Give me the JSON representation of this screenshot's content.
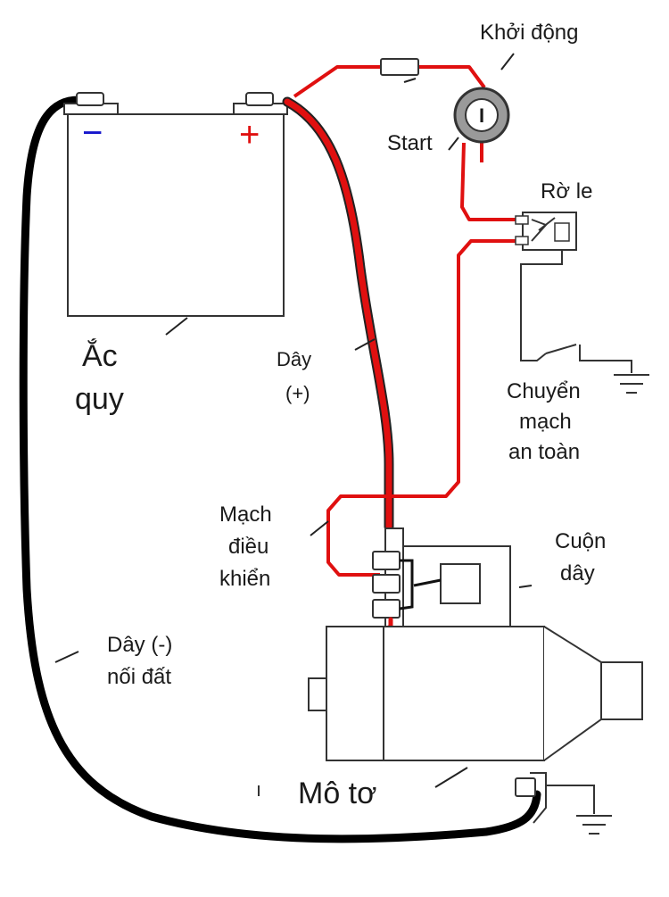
{
  "labels": {
    "khoi_dong": "Khởi động",
    "start": "Start",
    "ro_le": "Rờ le",
    "chuyen_mach_1": "Chuyển",
    "chuyen_mach_2": "mạch",
    "chuyen_mach_3": "an toàn",
    "ac_quy_1": "Ắc",
    "ac_quy_2": "quy",
    "day_duong_1": "Dây",
    "day_duong_2": "(+)",
    "mach_dieu_khien_1": "Mạch",
    "mach_dieu_khien_2": "điều",
    "mach_dieu_khien_3": "khiển",
    "cuon_day_1": "Cuộn",
    "cuon_day_2": "dây",
    "day_am_1": "Dây (-)",
    "day_am_2": "nối đất",
    "mo_to": "Mô tơ",
    "minus_sign": "−",
    "plus_sign": "+",
    "switch_symbol": "I"
  },
  "colors": {
    "positive_wire": "#e01010",
    "negative_wire": "#000000",
    "outline": "#333333",
    "minus_sign": "#1515cc",
    "plus_sign": "#e01010",
    "switch_fill": "#9a9a9a"
  }
}
